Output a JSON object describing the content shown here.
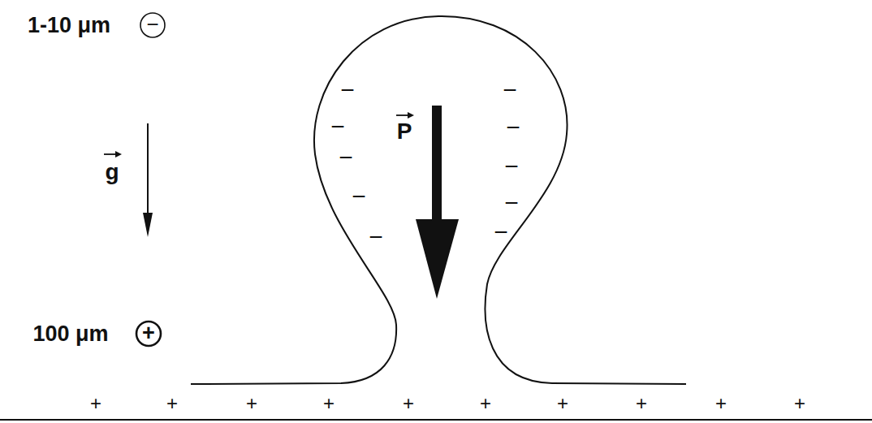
{
  "diagram": {
    "labels": [
      "1-10 μm",
      "−",
      "g",
      "P",
      "−",
      "−",
      "−",
      "−",
      "−",
      "−",
      "−",
      "−",
      "−",
      "−",
      "100 μm",
      "+",
      "+",
      "+",
      "+",
      "+",
      "+",
      "+",
      "+",
      "+",
      "+",
      "+"
    ]
  }
}
